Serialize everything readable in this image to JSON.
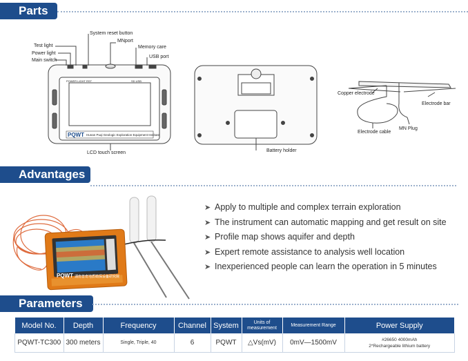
{
  "sections": {
    "parts": "Parts",
    "advantages": "Advantages",
    "parameters": "Parameters"
  },
  "parts": {
    "labels": {
      "system_reset": "System reset button",
      "mnport": "MNport",
      "test_light": "Test light",
      "power_light": "Power light",
      "main_switch": "Main switch",
      "memory_card": "Memory care",
      "usb_port": "USB port",
      "lcd": "LCD touch screen",
      "battery_holder": "Battery holder",
      "copper_electrode": "Copper electrode",
      "electrode_bar": "Electrode bar",
      "electrode_cable": "Electrode cable",
      "mn_plug": "MN Plug"
    },
    "device": {
      "brand": "PQWT",
      "institute": "Hunan Puqi Geologic Exploration Equipment Institute",
      "top_left_text": "POWER  LIGHT  RST",
      "top_right_text": "SD    USB"
    }
  },
  "advantages": [
    "Apply to multiple and complex terrain exploration",
    "The instrument can automatic mapping and get result on site",
    "Profile map shows aquifer and depth",
    "Expert remote assistance to analysis well location",
    "Inexperienced people can learn the operation in 5 minutes"
  ],
  "product_photo": {
    "brand": "PQWT",
    "caption": "湖南普奇地质勘探设备研究院"
  },
  "parameters": {
    "headers": [
      "Model No.",
      "Depth",
      "Frequency",
      "Channel",
      "System",
      "Units of measurement",
      "Measurement Range",
      "Power Supply"
    ],
    "row": [
      "PQWT-TC300",
      "300 meters",
      "Single, Triple, 40",
      "6",
      "PQWT",
      "△Vs(mV)",
      "0mV—1500mV",
      "#26650 4000mAh",
      "2*Rechargeable lithium battery"
    ]
  },
  "colors": {
    "brand_blue": "#1e4d8c",
    "case_orange": "#e07a18"
  }
}
